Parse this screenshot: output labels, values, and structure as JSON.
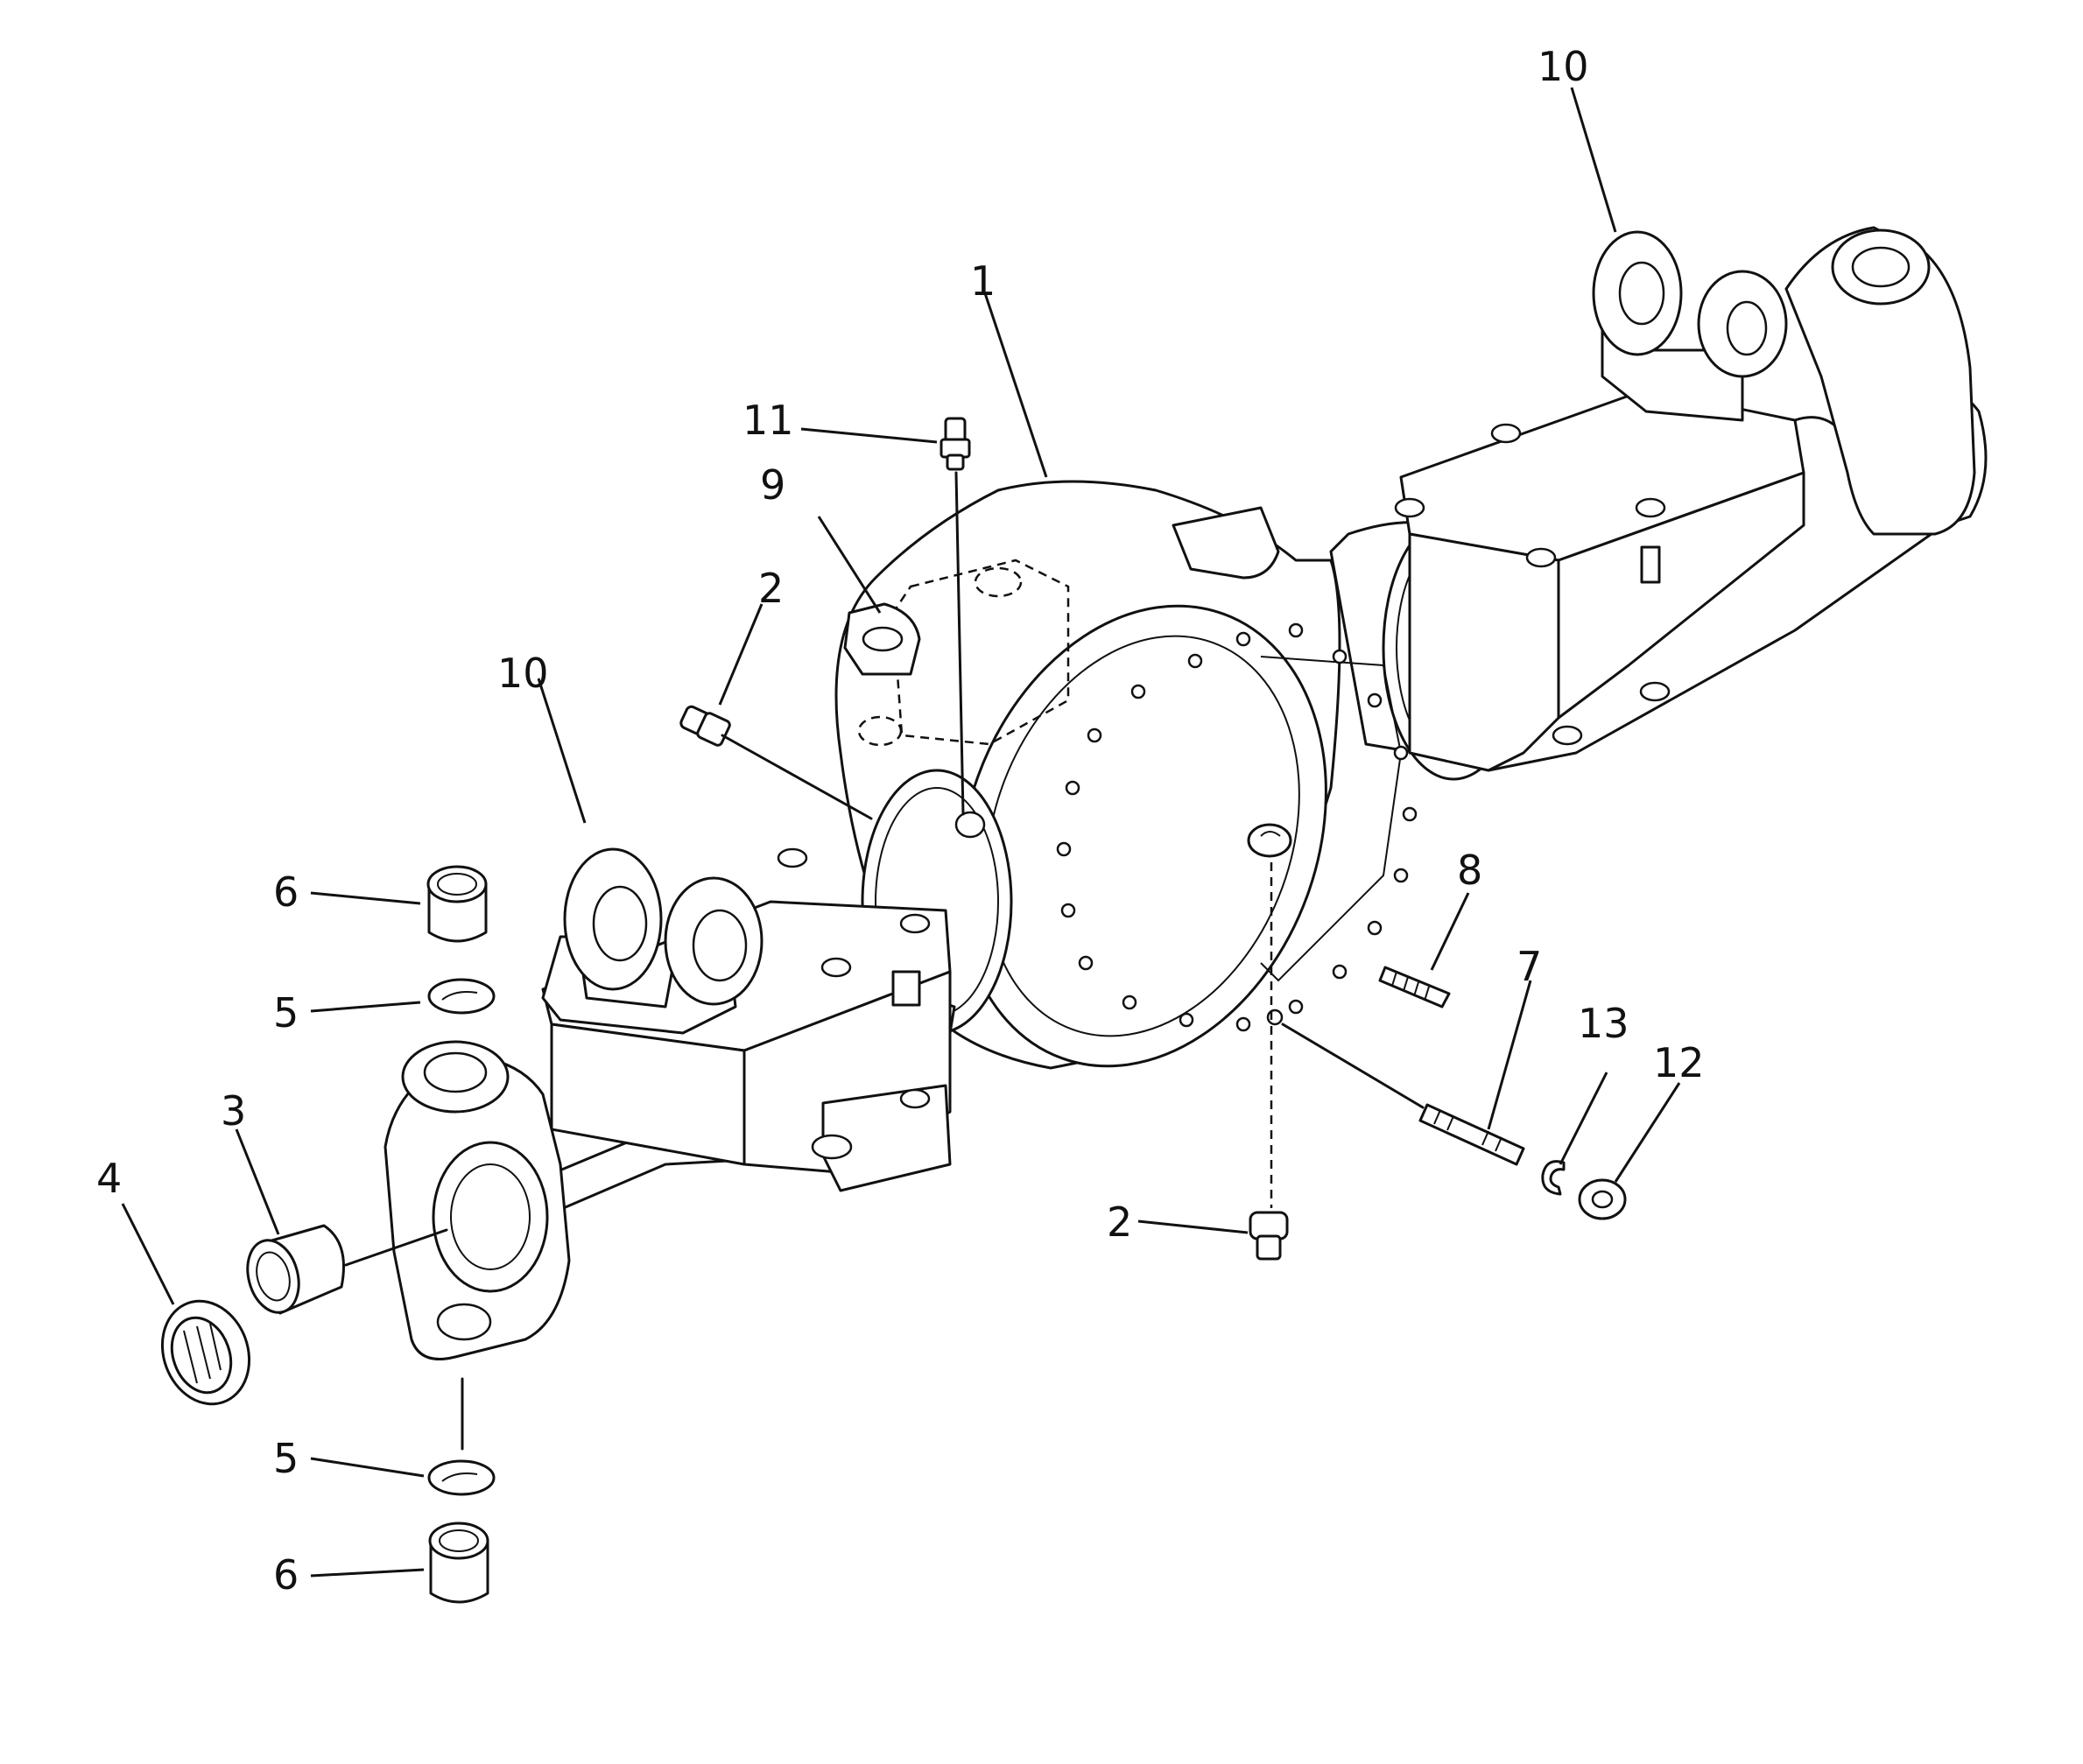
{
  "callouts": {
    "c1": "1",
    "c2_upper": "2",
    "c2_lower": "2",
    "c3": "3",
    "c4": "4",
    "c5_upper": "5",
    "c5_lower": "5",
    "c6_upper": "6",
    "c6_lower": "6",
    "c7": "7",
    "c8": "8",
    "c9": "9",
    "c10_left": "10",
    "c10_right": "10",
    "c11": "11",
    "c12": "12",
    "c13": "13"
  }
}
